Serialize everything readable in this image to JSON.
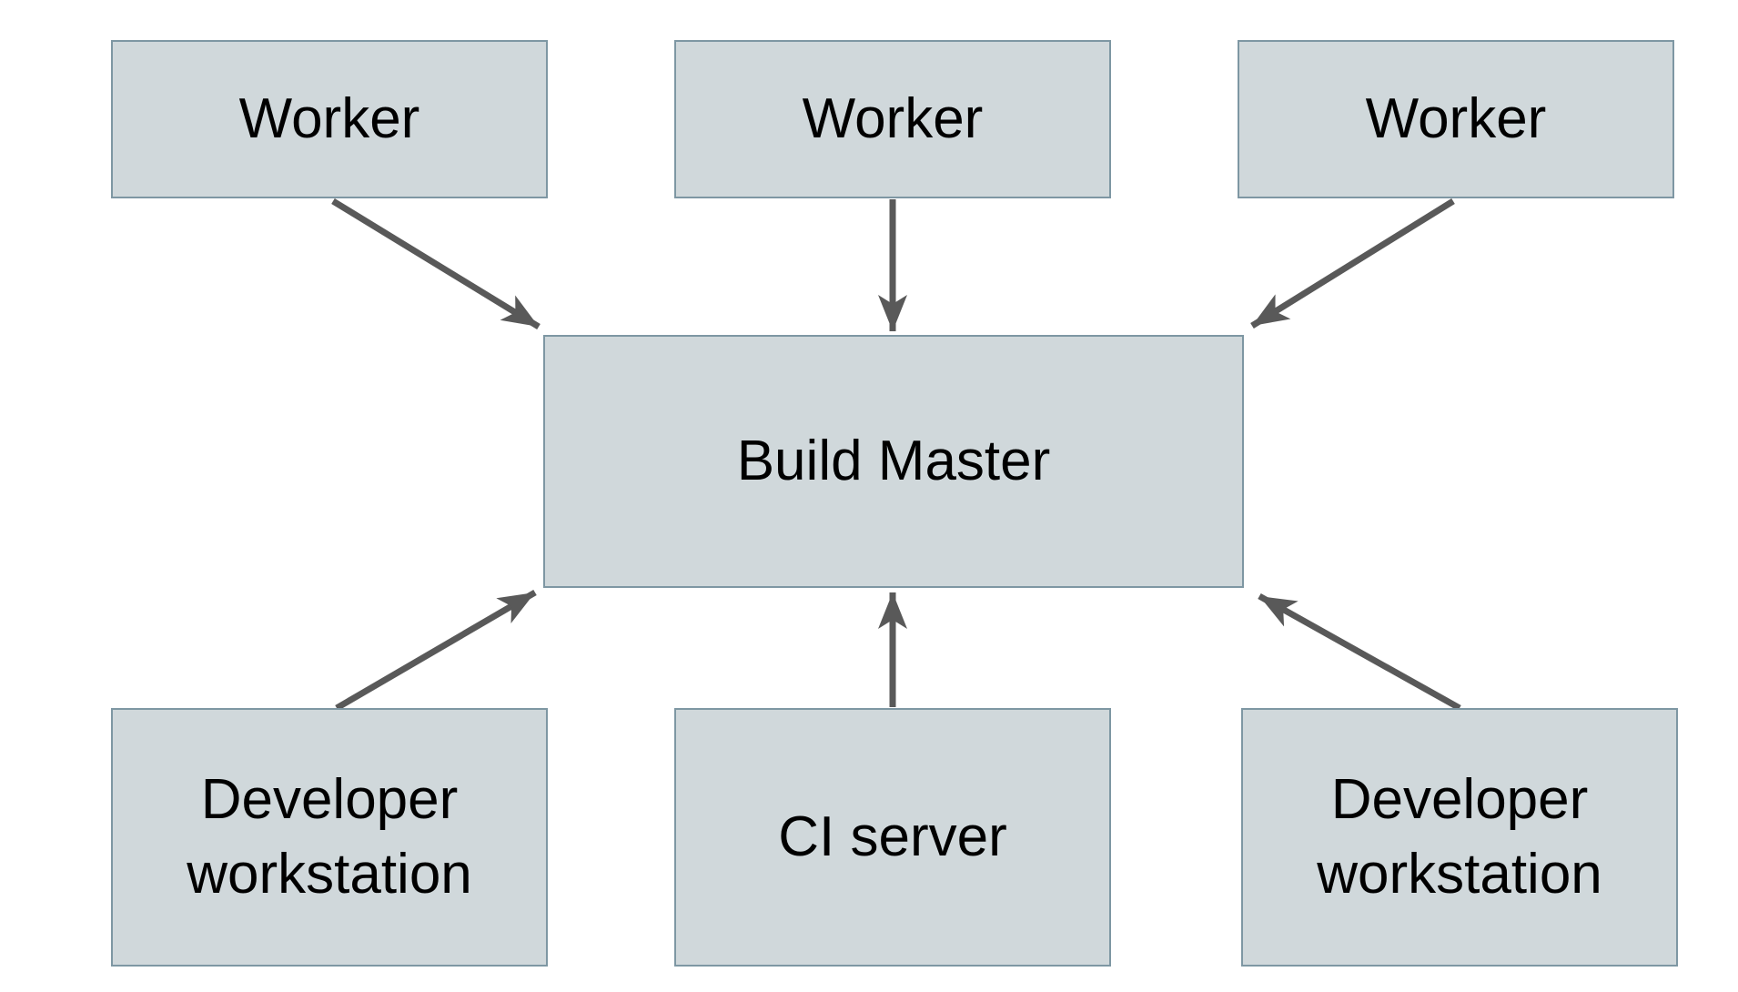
{
  "diagram": {
    "type": "architecture-diagram",
    "nodes": [
      {
        "id": "worker-1",
        "label": "Worker"
      },
      {
        "id": "worker-2",
        "label": "Worker"
      },
      {
        "id": "worker-3",
        "label": "Worker"
      },
      {
        "id": "build-master",
        "label": "Build Master"
      },
      {
        "id": "developer-workstation-1",
        "label": "Developer workstation"
      },
      {
        "id": "ci-server",
        "label": "CI server"
      },
      {
        "id": "developer-workstation-2",
        "label": "Developer workstation"
      }
    ],
    "edges": [
      {
        "from": "worker-1",
        "to": "build-master",
        "direction": "down-right"
      },
      {
        "from": "worker-2",
        "to": "build-master",
        "direction": "down"
      },
      {
        "from": "worker-3",
        "to": "build-master",
        "direction": "down-left"
      },
      {
        "from": "developer-workstation-1",
        "to": "build-master",
        "direction": "up-right"
      },
      {
        "from": "ci-server",
        "to": "build-master",
        "direction": "up"
      },
      {
        "from": "developer-workstation-2",
        "to": "build-master",
        "direction": "up-left"
      }
    ]
  },
  "colors": {
    "background": "#ffffff",
    "node_fill": "#d0d8db",
    "node_border": "#7e97a3",
    "arrow": "#595959",
    "text": "#000000"
  }
}
